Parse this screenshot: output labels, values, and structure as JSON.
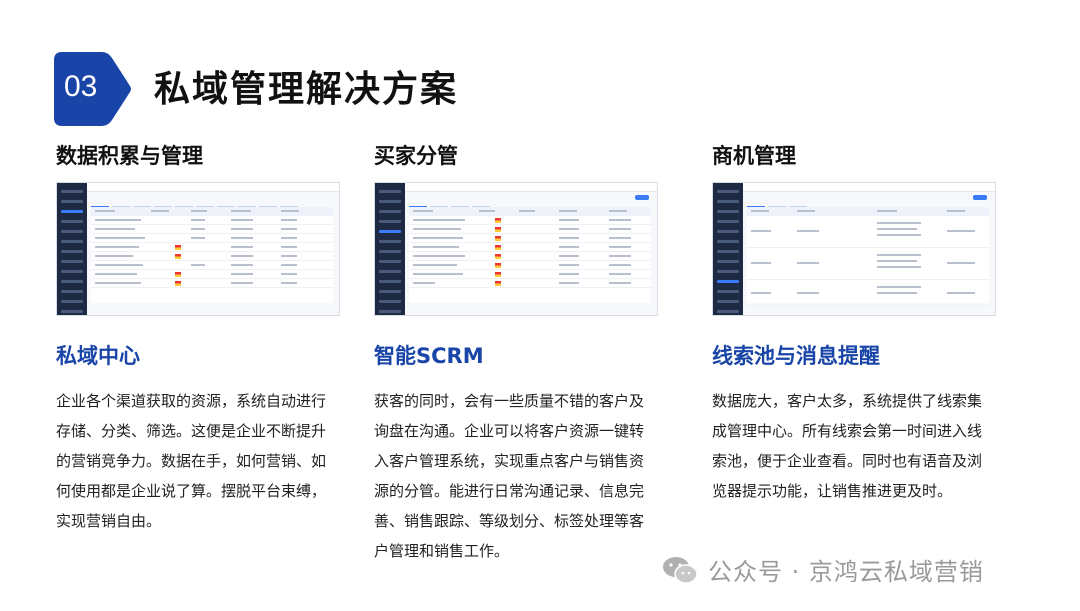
{
  "header": {
    "number": "03",
    "title": "私域管理解决方案",
    "accent_color": "#1a45a8"
  },
  "columns": [
    {
      "heading": "数据积累与管理",
      "screenshot_icon": "crm-table-screenshot",
      "subheading": "私域中心",
      "description": "企业各个渠道获取的资源，系统自动进行存储、分类、筛选。这便是企业不断提升的营销竞争力。数据在手，如何营销、如何使用都是企业说了算。摆脱平台束缚，实现营销自由。"
    },
    {
      "heading": "买家分管",
      "screenshot_icon": "customer-list-screenshot",
      "subheading": "智能SCRM",
      "description": "获客的同时，会有一些质量不错的客户及询盘在沟通。企业可以将客户资源一键转入客户管理系统，实现重点客户与销售资源的分管。能进行日常沟通记录、信息完善、销售跟踪、等级划分、标签处理等客户管理和销售工作。"
    },
    {
      "heading": "商机管理",
      "screenshot_icon": "leads-pool-screenshot",
      "subheading": "线索池与消息提醒",
      "description": "数据庞大，客户太多，系统提供了线索集成管理中心。所有线索会第一时间进入线索池，便于企业查看。同时也有语音及浏览器提示功能，让销售推进更及时。"
    }
  ],
  "watermark": {
    "icon": "wechat-icon",
    "text": "公众号 · 京鸿云私域营销"
  }
}
